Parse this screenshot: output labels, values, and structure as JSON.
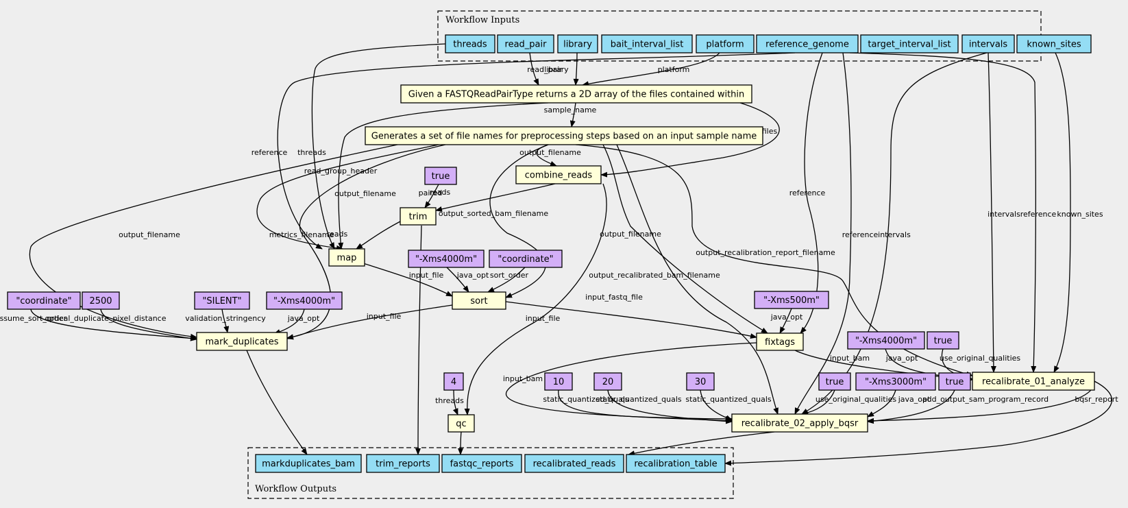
{
  "colors": {
    "background": "#eeeeee",
    "io": "#94ddf4",
    "step": "#ffffd9",
    "literal": "#d3aff7",
    "stroke": "#000000"
  },
  "clusters": {
    "inputs": "Workflow Inputs",
    "outputs": "Workflow Outputs"
  },
  "nodes": [
    {
      "id": "threads",
      "label": "threads",
      "kind": "io"
    },
    {
      "id": "read_pair",
      "label": "read_pair",
      "kind": "io"
    },
    {
      "id": "library",
      "label": "library",
      "kind": "io"
    },
    {
      "id": "bait_interval_list",
      "label": "bait_interval_list",
      "kind": "io"
    },
    {
      "id": "platform",
      "label": "platform",
      "kind": "io"
    },
    {
      "id": "reference_genome",
      "label": "reference_genome",
      "kind": "io"
    },
    {
      "id": "target_interval_list",
      "label": "target_interval_list",
      "kind": "io"
    },
    {
      "id": "intervals",
      "label": "intervals",
      "kind": "io"
    },
    {
      "id": "known_sites",
      "label": "known_sites",
      "kind": "io"
    },
    {
      "id": "fastq",
      "label": "Given a FASTQReadPairType returns a 2D array of the files contained within",
      "kind": "step"
    },
    {
      "id": "filenames",
      "label": "Generates a set of file names for preprocessing steps based on an input sample name",
      "kind": "step"
    },
    {
      "id": "combine_reads",
      "label": "combine_reads",
      "kind": "step"
    },
    {
      "id": "true_paired",
      "label": "true",
      "kind": "literal"
    },
    {
      "id": "trim",
      "label": "trim",
      "kind": "step"
    },
    {
      "id": "map",
      "label": "map",
      "kind": "step"
    },
    {
      "id": "xms4000_sort",
      "label": "\"-Xms4000m\"",
      "kind": "literal"
    },
    {
      "id": "coord_sort",
      "label": "\"coordinate\"",
      "kind": "literal"
    },
    {
      "id": "sort",
      "label": "sort",
      "kind": "step"
    },
    {
      "id": "coord_md",
      "label": "\"coordinate\"",
      "kind": "literal"
    },
    {
      "id": "n2500",
      "label": "2500",
      "kind": "literal"
    },
    {
      "id": "silent",
      "label": "\"SILENT\"",
      "kind": "literal"
    },
    {
      "id": "xms4000_md",
      "label": "\"-Xms4000m\"",
      "kind": "literal"
    },
    {
      "id": "mark_duplicates",
      "label": "mark_duplicates",
      "kind": "step"
    },
    {
      "id": "xms500",
      "label": "\"-Xms500m\"",
      "kind": "literal"
    },
    {
      "id": "fixtags",
      "label": "fixtags",
      "kind": "step"
    },
    {
      "id": "xms4000_rc",
      "label": "\"-Xms4000m\"",
      "kind": "literal"
    },
    {
      "id": "true_rc",
      "label": "true",
      "kind": "literal"
    },
    {
      "id": "recal1",
      "label": "recalibrate_01_analyze",
      "kind": "step"
    },
    {
      "id": "n4",
      "label": "4",
      "kind": "literal"
    },
    {
      "id": "n10",
      "label": "10",
      "kind": "literal"
    },
    {
      "id": "n20",
      "label": "20",
      "kind": "literal"
    },
    {
      "id": "n30",
      "label": "30",
      "kind": "literal"
    },
    {
      "id": "true_uoq",
      "label": "true",
      "kind": "literal"
    },
    {
      "id": "xms3000",
      "label": "\"-Xms3000m\"",
      "kind": "literal"
    },
    {
      "id": "true_aos",
      "label": "true",
      "kind": "literal"
    },
    {
      "id": "qc",
      "label": "qc",
      "kind": "step"
    },
    {
      "id": "recal2",
      "label": "recalibrate_02_apply_bqsr",
      "kind": "step"
    },
    {
      "id": "markduplicates_bam",
      "label": "markduplicates_bam",
      "kind": "io"
    },
    {
      "id": "trim_reports",
      "label": "trim_reports",
      "kind": "io"
    },
    {
      "id": "fastqc_reports",
      "label": "fastqc_reports",
      "kind": "io"
    },
    {
      "id": "recalibrated_reads",
      "label": "recalibrated_reads",
      "kind": "io"
    },
    {
      "id": "recalibration_table",
      "label": "recalibration_table",
      "kind": "io"
    }
  ],
  "edges": [
    {
      "id": "e1",
      "label": "read_pair"
    },
    {
      "id": "e2",
      "label": "library"
    },
    {
      "id": "e3",
      "label": "platform"
    },
    {
      "id": "e4",
      "label": "sample_name"
    },
    {
      "id": "e5",
      "label": "files"
    },
    {
      "id": "e6",
      "label": "read_group_header"
    },
    {
      "id": "e7",
      "label": "reference"
    },
    {
      "id": "e8",
      "label": "threads"
    },
    {
      "id": "e9",
      "label": "output_filename"
    },
    {
      "id": "e10",
      "label": "output_filename"
    },
    {
      "id": "e11",
      "label": "paired"
    },
    {
      "id": "e12",
      "label": "reads"
    },
    {
      "id": "e13",
      "label": "reads"
    },
    {
      "id": "e14",
      "label": "output_sorted_bam_filename"
    },
    {
      "id": "e15",
      "label": "input_file"
    },
    {
      "id": "e16",
      "label": "java_opt"
    },
    {
      "id": "e17",
      "label": "sort_order"
    },
    {
      "id": "e18",
      "label": "output_filename"
    },
    {
      "id": "e19",
      "label": "metrics_filename"
    },
    {
      "id": "e20",
      "label": "input_file"
    },
    {
      "id": "e21",
      "label": "assume_sort_order"
    },
    {
      "id": "e22",
      "label": "optical_duplicate_pixel_distance"
    },
    {
      "id": "e23",
      "label": "validation_stringency"
    },
    {
      "id": "e24",
      "label": "java_opt"
    },
    {
      "id": "e25",
      "label": "output_filename"
    },
    {
      "id": "e26",
      "label": "input_file"
    },
    {
      "id": "e27",
      "label": "java_opt"
    },
    {
      "id": "e28",
      "label": "reference"
    },
    {
      "id": "e29",
      "label": "input_fastq_file"
    },
    {
      "id": "e30",
      "label": "threads"
    },
    {
      "id": "e31",
      "label": "output_recalibrated_bam_filename"
    },
    {
      "id": "e32",
      "label": "output_recalibration_report_filename"
    },
    {
      "id": "e33",
      "label": "reference"
    },
    {
      "id": "e34",
      "label": "intervals"
    },
    {
      "id": "e35",
      "label": "intervals"
    },
    {
      "id": "e36",
      "label": "reference"
    },
    {
      "id": "e37",
      "label": "known_sites"
    },
    {
      "id": "e38",
      "label": "input_bam"
    },
    {
      "id": "e39",
      "label": "java_opt"
    },
    {
      "id": "e40",
      "label": "use_original_qualities"
    },
    {
      "id": "e41",
      "label": "input_bam"
    },
    {
      "id": "e42",
      "label": "static_quantized_quals"
    },
    {
      "id": "e43",
      "label": "static_quantized_quals"
    },
    {
      "id": "e44",
      "label": "static_quantized_quals"
    },
    {
      "id": "e45",
      "label": "use_original_qualities"
    },
    {
      "id": "e46",
      "label": "java_opt"
    },
    {
      "id": "e47",
      "label": "add_output_sam_program_record"
    },
    {
      "id": "e48",
      "label": "bqsr_report"
    },
    {
      "id": "e49",
      "label": ""
    },
    {
      "id": "e50",
      "label": ""
    },
    {
      "id": "e51",
      "label": ""
    },
    {
      "id": "e52",
      "label": ""
    },
    {
      "id": "e53",
      "label": ""
    }
  ]
}
